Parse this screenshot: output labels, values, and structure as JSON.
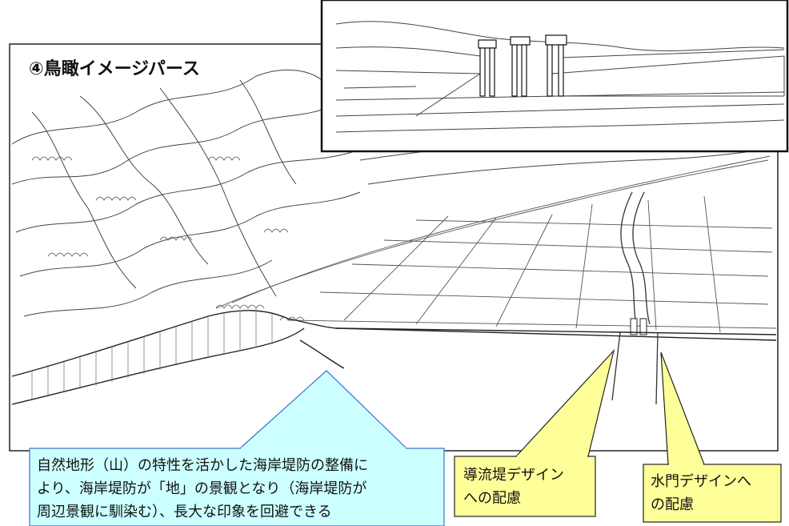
{
  "title": "④鳥瞰イメージパース",
  "callouts": {
    "main": "自然地形（山）の特性を活かした海岸堤防の整備により、海岸堤防が「地」の景観となり（海岸堤防が周辺景観に馴染む）、長大な印象を回避できる",
    "main_lines": [
      "自然地形（山）の特性を活かした海岸堤防の整備に",
      "より、海岸堤防が「地」の景観となり（海岸堤防が",
      "周辺景観に馴染む）、長大な印象を回避できる"
    ],
    "levee": [
      "導流堤デザイン",
      "への配慮"
    ],
    "sluice": [
      "水門デザインへ",
      "の配慮"
    ]
  },
  "colors": {
    "callout_blue_fill": "#ccffff",
    "callout_blue_stroke": "#3b6fd1",
    "callout_yellow_fill": "#ffff99",
    "callout_yellow_stroke": "#222222",
    "line": "#333333"
  }
}
